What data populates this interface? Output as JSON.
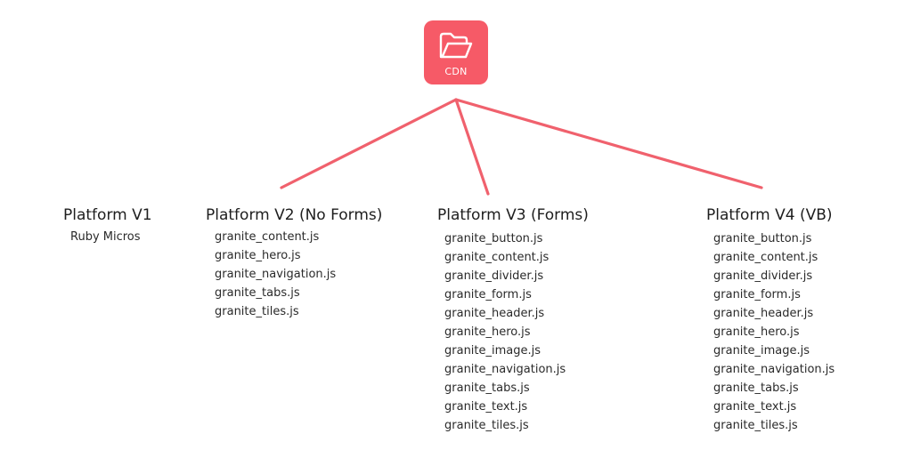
{
  "colors": {
    "accent": "#f65a67",
    "connector": "#f0616d",
    "text": "#1e1e1e"
  },
  "root": {
    "label": "CDN",
    "icon": "folder-open-icon"
  },
  "platforms": [
    {
      "title": "Platform V1",
      "files": [
        "Ruby Micros"
      ]
    },
    {
      "title": "Platform V2 (No Forms)",
      "files": [
        "granite_content.js",
        "granite_hero.js",
        "granite_navigation.js",
        "granite_tabs.js",
        "granite_tiles.js"
      ]
    },
    {
      "title": "Platform V3 (Forms)",
      "files": [
        "granite_button.js",
        "granite_content.js",
        "granite_divider.js",
        "granite_form.js",
        "granite_header.js",
        "granite_hero.js",
        "granite_image.js",
        "granite_navigation.js",
        "granite_tabs.js",
        "granite_text.js",
        "granite_tiles.js"
      ]
    },
    {
      "title": "Platform V4 (VB)",
      "files": [
        "granite_button.js",
        "granite_content.js",
        "granite_divider.js",
        "granite_form.js",
        "granite_header.js",
        "granite_hero.js",
        "granite_image.js",
        "granite_navigation.js",
        "granite_tabs.js",
        "granite_text.js",
        "granite_tiles.js"
      ]
    }
  ],
  "edges": [
    {
      "from": "CDN",
      "to": "Platform V2 (No Forms)"
    },
    {
      "from": "CDN",
      "to": "Platform V3 (Forms)"
    },
    {
      "from": "CDN",
      "to": "Platform V4 (VB)"
    }
  ]
}
